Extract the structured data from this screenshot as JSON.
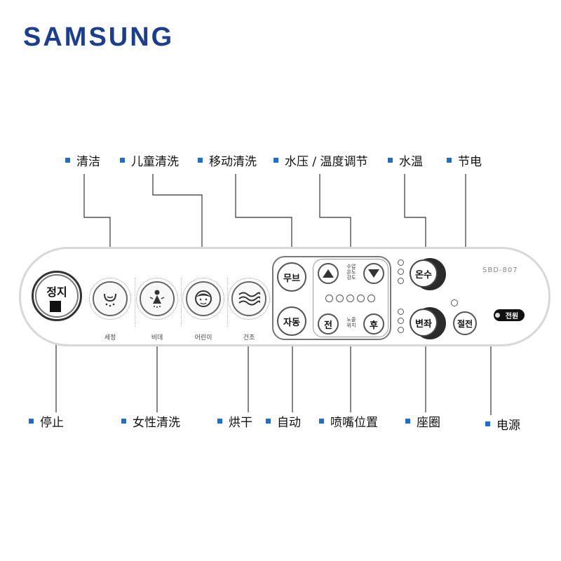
{
  "brand": "SAMSUNG",
  "model": "SBD-807",
  "callouts_top": [
    "清洁",
    "儿童清洗",
    "移动清洗",
    "水压 / 温度调节",
    "水温",
    "节电"
  ],
  "callouts_bottom": [
    "停止",
    "女性清洗",
    "烘干",
    "自动",
    "喷嘴位置",
    "座圈",
    "电源"
  ],
  "panel": {
    "stop": {
      "label": "정지"
    },
    "functions": [
      {
        "label": "세정",
        "icon": "bidet-wash-icon"
      },
      {
        "label": "비데",
        "icon": "feminine-wash-icon"
      },
      {
        "label": "어린이",
        "icon": "child-face-icon"
      },
      {
        "label": "건조",
        "icon": "dry-wave-icon"
      }
    ],
    "move_label": "무브",
    "auto_label": "자동",
    "adjust_label_line1": "수압",
    "adjust_label_line2": "온도",
    "adjust_label_line3": "강도",
    "nozzle_front": "전",
    "nozzle_back": "후",
    "nozzle_label_line1": "노즐",
    "nozzle_label_line2": "위치",
    "water_temp_label": "온수",
    "seat_label": "변좌",
    "save_label": "절전",
    "power_label": "전원",
    "indicator_count": 5
  },
  "colors": {
    "logo": "#1c3e8e",
    "bullet": "#1a6fd1",
    "line": "#333333"
  }
}
